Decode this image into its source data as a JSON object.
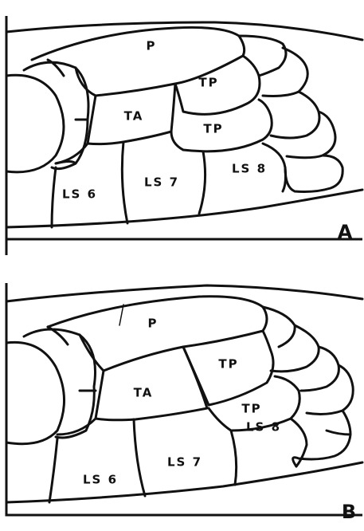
{
  "panels": [
    {
      "panel_label": "A",
      "scales": {
        "p": "P",
        "ta": "TA",
        "tp1": "TP",
        "tp2": "TP",
        "ls6": "LS 6",
        "ls7": "LS 7",
        "ls8": "LS 8"
      }
    },
    {
      "panel_label": "B",
      "scales": {
        "p": "P",
        "ta": "TA",
        "tp1": "TP",
        "tp2": "TP",
        "ls6": "LS 6",
        "ls7": "LS 7",
        "ls8": "LS 8"
      }
    }
  ],
  "colors": {
    "line": "#111111",
    "background": "#ffffff"
  }
}
